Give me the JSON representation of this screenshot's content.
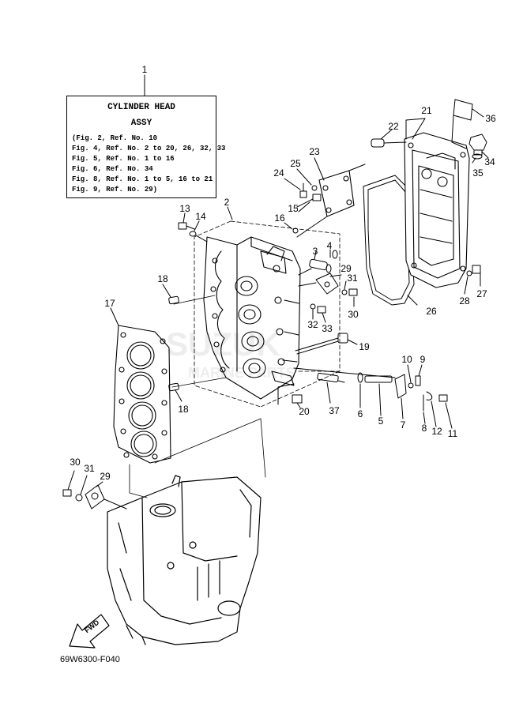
{
  "label_box": {
    "title_line1": "CYLINDER HEAD",
    "title_line2": "ASSY",
    "lines": [
      "(Fig. 2, Ref. No. 10",
      "Fig. 4, Ref. No. 2 to 20, 26, 32, 33",
      "Fig. 5, Ref. No. 1 to 16",
      "Fig. 6, Ref. No. 34",
      "Fig. 8, Ref. No. 1 to 5, 16 to 21",
      "Fig. 9, Ref. No. 29)"
    ]
  },
  "callouts": {
    "c1": "1",
    "c2": "2",
    "c3": "3",
    "c4": "4",
    "c5": "5",
    "c6": "6",
    "c7": "7",
    "c8": "8",
    "c9": "9",
    "c10": "10",
    "c11": "11",
    "c12": "12",
    "c13": "13",
    "c14": "14",
    "c15": "15",
    "c16": "16",
    "c17": "17",
    "c18a": "18",
    "c18b": "18",
    "c19": "19",
    "c20": "20",
    "c21": "21",
    "c22": "22",
    "c23": "23",
    "c24": "24",
    "c25": "25",
    "c26": "26",
    "c27": "27",
    "c28": "28",
    "c29a": "29",
    "c29b": "29",
    "c30a": "30",
    "c30b": "30",
    "c31a": "31",
    "c31b": "31",
    "c32": "32",
    "c33": "33",
    "c34": "34",
    "c35": "35",
    "c36": "36",
    "c37": "37"
  },
  "fwd_label": "FWD",
  "drawing_code": "69W6300-F040",
  "watermark": {
    "line1": "SUZUK",
    "line2": "MARINE PARTS"
  }
}
